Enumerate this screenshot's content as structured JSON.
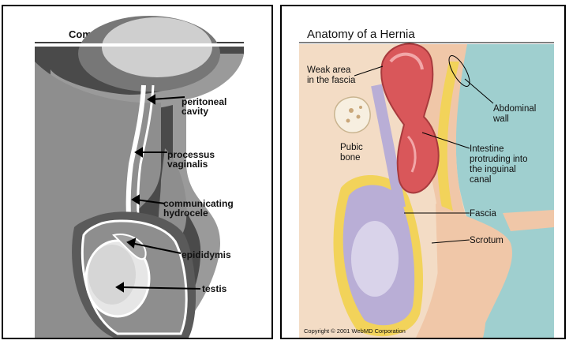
{
  "left_panel": {
    "title": "Communicating Hydrocele",
    "labels": {
      "peritoneal": "peritoneal",
      "cavity": "cavity",
      "processus": "processus",
      "vaginalis": "vaginalis",
      "communicating": "communicating",
      "hydrocele": "hydrocele",
      "epididymis": "epididymis",
      "testis": "testis"
    }
  },
  "right_panel": {
    "title": "Anatomy of a Hernia",
    "labels": {
      "weak1": "Weak area",
      "weak2": "in the fascia",
      "pubic1": "Pubic",
      "pubic2": "bone",
      "abd1": "Abdominal",
      "abd2": "wall",
      "int1": "Intestine",
      "int2": "protruding into",
      "int3": "the inguinal",
      "int4": "canal",
      "fascia": "Fascia",
      "scrotum": "Scrotum"
    },
    "copyright": "Copyright © 2001 WebMD Corporation"
  },
  "colors": {
    "dark_gray": "#4a4a4a",
    "mid_gray": "#8e8e8e",
    "light_gray": "#c9c9c9",
    "teal_bg": "#9fcfcf",
    "skin": "#f0c7a8",
    "intestine": "#d9575a",
    "fat": "#f2d35a",
    "sac": "#b9aed6"
  }
}
